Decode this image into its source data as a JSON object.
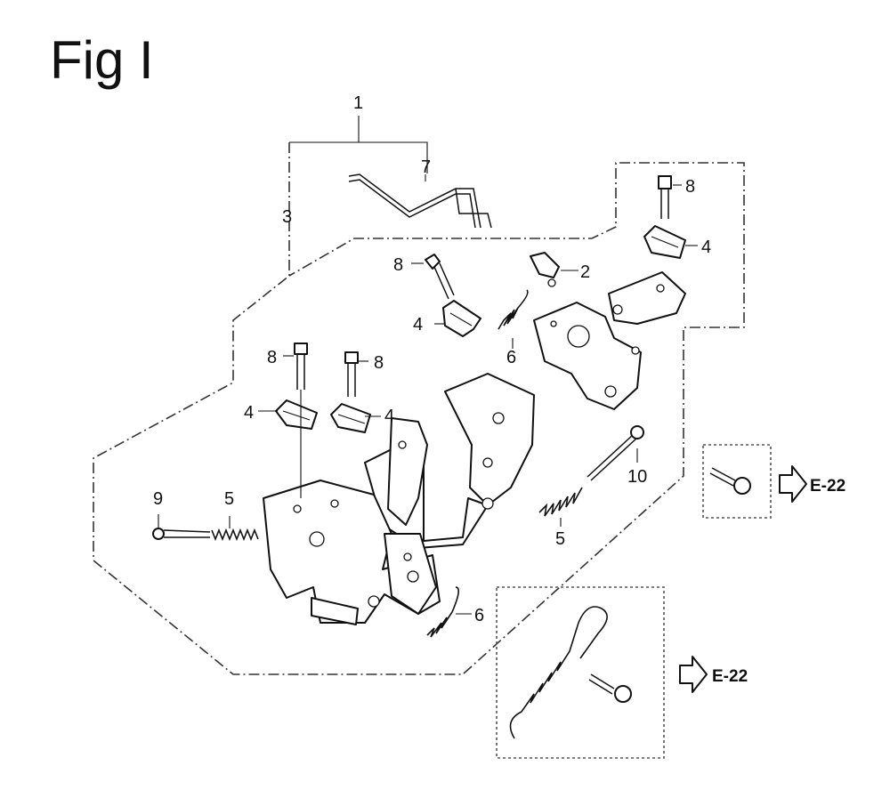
{
  "title": "Fig I",
  "callouts": {
    "c1": "1",
    "c2": "2",
    "c3": "3",
    "c4a": "4",
    "c4b": "4",
    "c4c": "4",
    "c4d": "4",
    "c5a": "5",
    "c5b": "5",
    "c6a": "6",
    "c6b": "6",
    "c7": "7",
    "c8a": "8",
    "c8b": "8",
    "c8c": "8",
    "c8d": "8",
    "c9": "9",
    "c10": "10"
  },
  "references": {
    "ref1": "E-22",
    "ref2": "E-22"
  },
  "icons": {
    "arrow": "hollow-right-arrow-icon",
    "bolt": "bolt-icon",
    "spring": "spring-icon"
  }
}
